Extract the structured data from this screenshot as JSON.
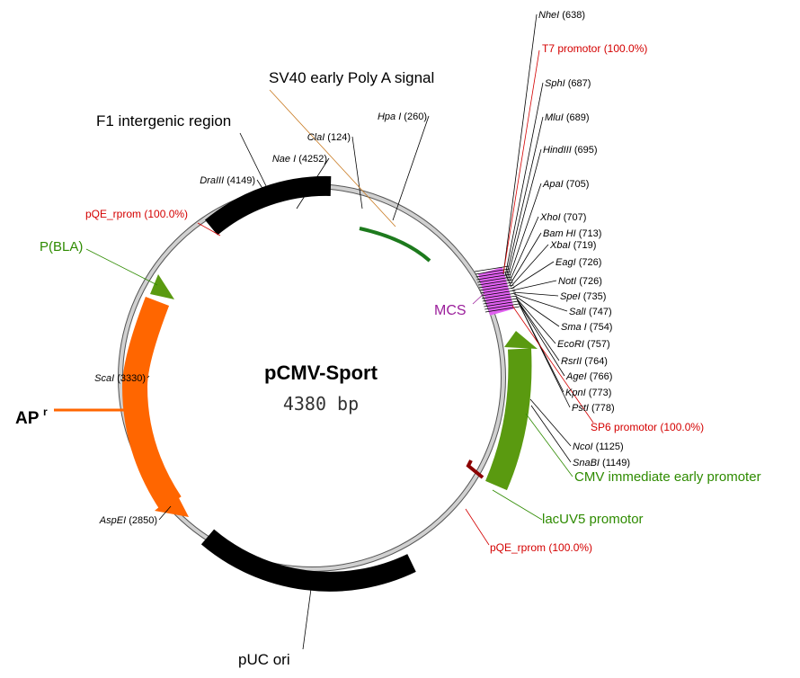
{
  "plasmid": {
    "name": "pCMV-Sport",
    "size": "4380 bp"
  },
  "sites": [
    {
      "enzyme": "NheI",
      "pos": "(638)"
    },
    {
      "enzyme": "SphI",
      "pos": "(687)"
    },
    {
      "enzyme": "MluI",
      "pos": "(689)"
    },
    {
      "enzyme": "HindIII",
      "pos": "(695)"
    },
    {
      "enzyme": "ApaI",
      "pos": "(705)"
    },
    {
      "enzyme": "XhoI",
      "pos": "(707)"
    },
    {
      "enzyme": "Bam HI",
      "pos": "(713)"
    },
    {
      "enzyme": "XbaI",
      "pos": "(719)"
    },
    {
      "enzyme": "EagI",
      "pos": "(726)"
    },
    {
      "enzyme": "NotI",
      "pos": "(726)"
    },
    {
      "enzyme": "SpeI",
      "pos": "(735)"
    },
    {
      "enzyme": "SalI",
      "pos": "(747)"
    },
    {
      "enzyme": "Sma I",
      "pos": "(754)"
    },
    {
      "enzyme": "EcoRI",
      "pos": "(757)"
    },
    {
      "enzyme": "RsrII",
      "pos": "(764)"
    },
    {
      "enzyme": "AgeI",
      "pos": "(766)"
    },
    {
      "enzyme": "KpnI",
      "pos": "(773)"
    },
    {
      "enzyme": "PstI",
      "pos": "(778)"
    },
    {
      "enzyme": "NcoI",
      "pos": "(1125)"
    },
    {
      "enzyme": "SnaBI",
      "pos": "(1149)"
    },
    {
      "enzyme": "AspEI",
      "pos": "(2850)"
    },
    {
      "enzyme": "ScaI",
      "pos": "(3330)"
    },
    {
      "enzyme": "DraIII",
      "pos": "(4149)"
    },
    {
      "enzyme": "Nae I",
      "pos": "(4252)"
    },
    {
      "enzyme": "ClaI",
      "pos": "(124)"
    },
    {
      "enzyme": "Hpa I",
      "pos": "(260)"
    }
  ],
  "red_labels": {
    "t7": "T7 promotor (100.0%)",
    "sp6": "SP6 promotor (100.0%)",
    "pqe_top": "pQE_rprom (100.0%)",
    "pqe_bottom": "pQE_rprom (100.0%)"
  },
  "features": {
    "sv40": "SV40 early Poly A signal",
    "f1": "F1 intergenic region",
    "puc": "pUC ori",
    "pbla": "P(BLA)",
    "mcs": "MCS",
    "cmv": "CMV immediate early promoter",
    "lacuv5": "lacUV5 promotor",
    "apr": "AP",
    "apr_sup": "r"
  },
  "colors": {
    "backbone": "#c0c0c0",
    "black_feature": "#000000",
    "amp": "#ff6600",
    "green": "#5a9a10",
    "dark_green": "#1d7a1d",
    "mcs": "#e060f0",
    "red": "#d40000",
    "lac_arrow": "#8b0000"
  }
}
